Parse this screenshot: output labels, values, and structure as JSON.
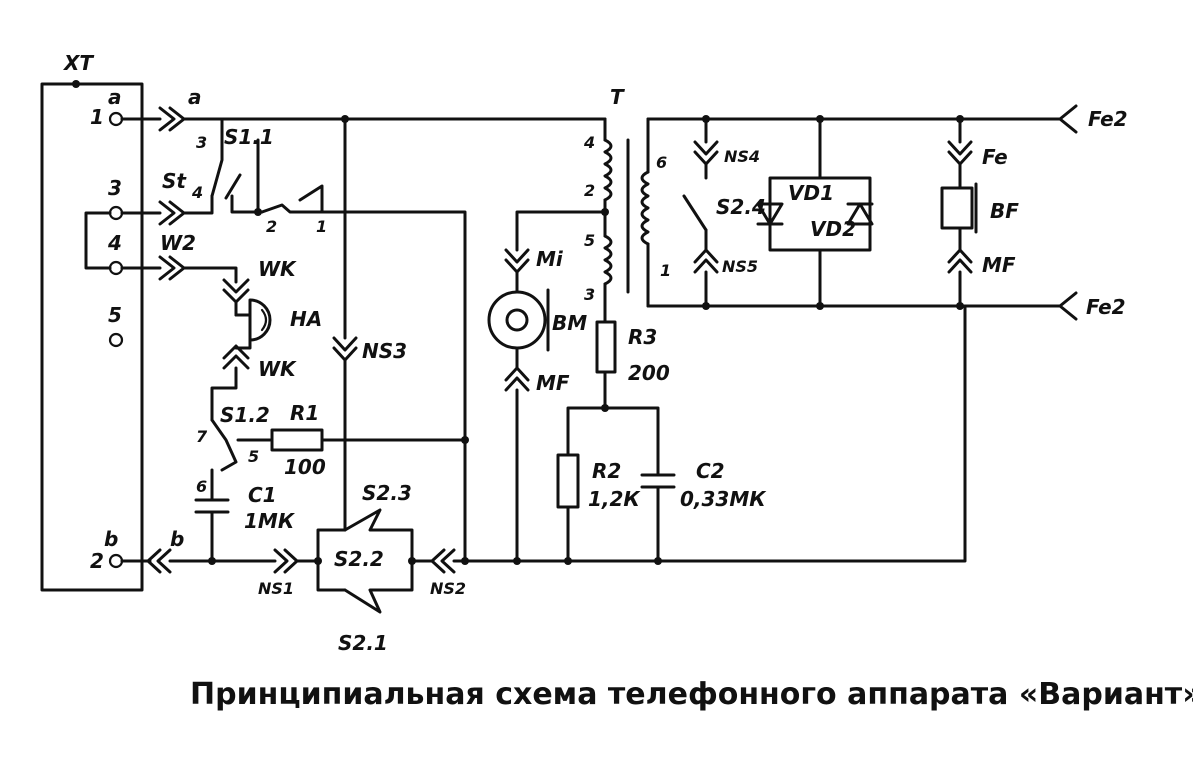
{
  "caption": "Принципиальная схема телефонного аппарата «Вариант»",
  "terminal_block": {
    "name": "XT",
    "pins": [
      {
        "letter": "a",
        "num": "1"
      },
      {
        "letter": "",
        "num": "3"
      },
      {
        "letter": "",
        "num": "4"
      },
      {
        "letter": "",
        "num": "5"
      },
      {
        "letter": "b",
        "num": "2"
      }
    ]
  },
  "plugs": {
    "a": "a",
    "st": "St",
    "w2": "W2",
    "b": "b",
    "wk_top": "WK",
    "wk_bottom": "WK",
    "ns1": "NS1",
    "ns2": "NS2",
    "ns3": "NS3",
    "ns4": "NS4",
    "ns5": "NS5",
    "mi": "Mi",
    "mf_left": "MF",
    "fe": "Fe",
    "mf_right": "MF",
    "fe2_top": "Fe2",
    "fe2_bottom": "Fe2"
  },
  "switches": {
    "s11": "S1.1",
    "s11_pins": [
      "3",
      "4",
      "2",
      "1"
    ],
    "s12": "S1.2",
    "s12_pins": [
      "7",
      "5",
      "6"
    ],
    "s21": "S2.1",
    "s22": "S2.2",
    "s23": "S2.3",
    "s24": "S2.4"
  },
  "components": {
    "ha": "HA",
    "r1": {
      "name": "R1",
      "value": "100"
    },
    "c1": {
      "name": "C1",
      "value": "1МК"
    },
    "r2": {
      "name": "R2",
      "value": "1,2К"
    },
    "c2": {
      "name": "C2",
      "value": "0,33МК"
    },
    "r3": {
      "name": "R3",
      "value": "200"
    },
    "bm": "BM",
    "t": "T",
    "t_pins": [
      "4",
      "2",
      "5",
      "3",
      "6",
      "1"
    ],
    "vd1": "VD1",
    "vd2": "VD2",
    "bf": "BF"
  }
}
